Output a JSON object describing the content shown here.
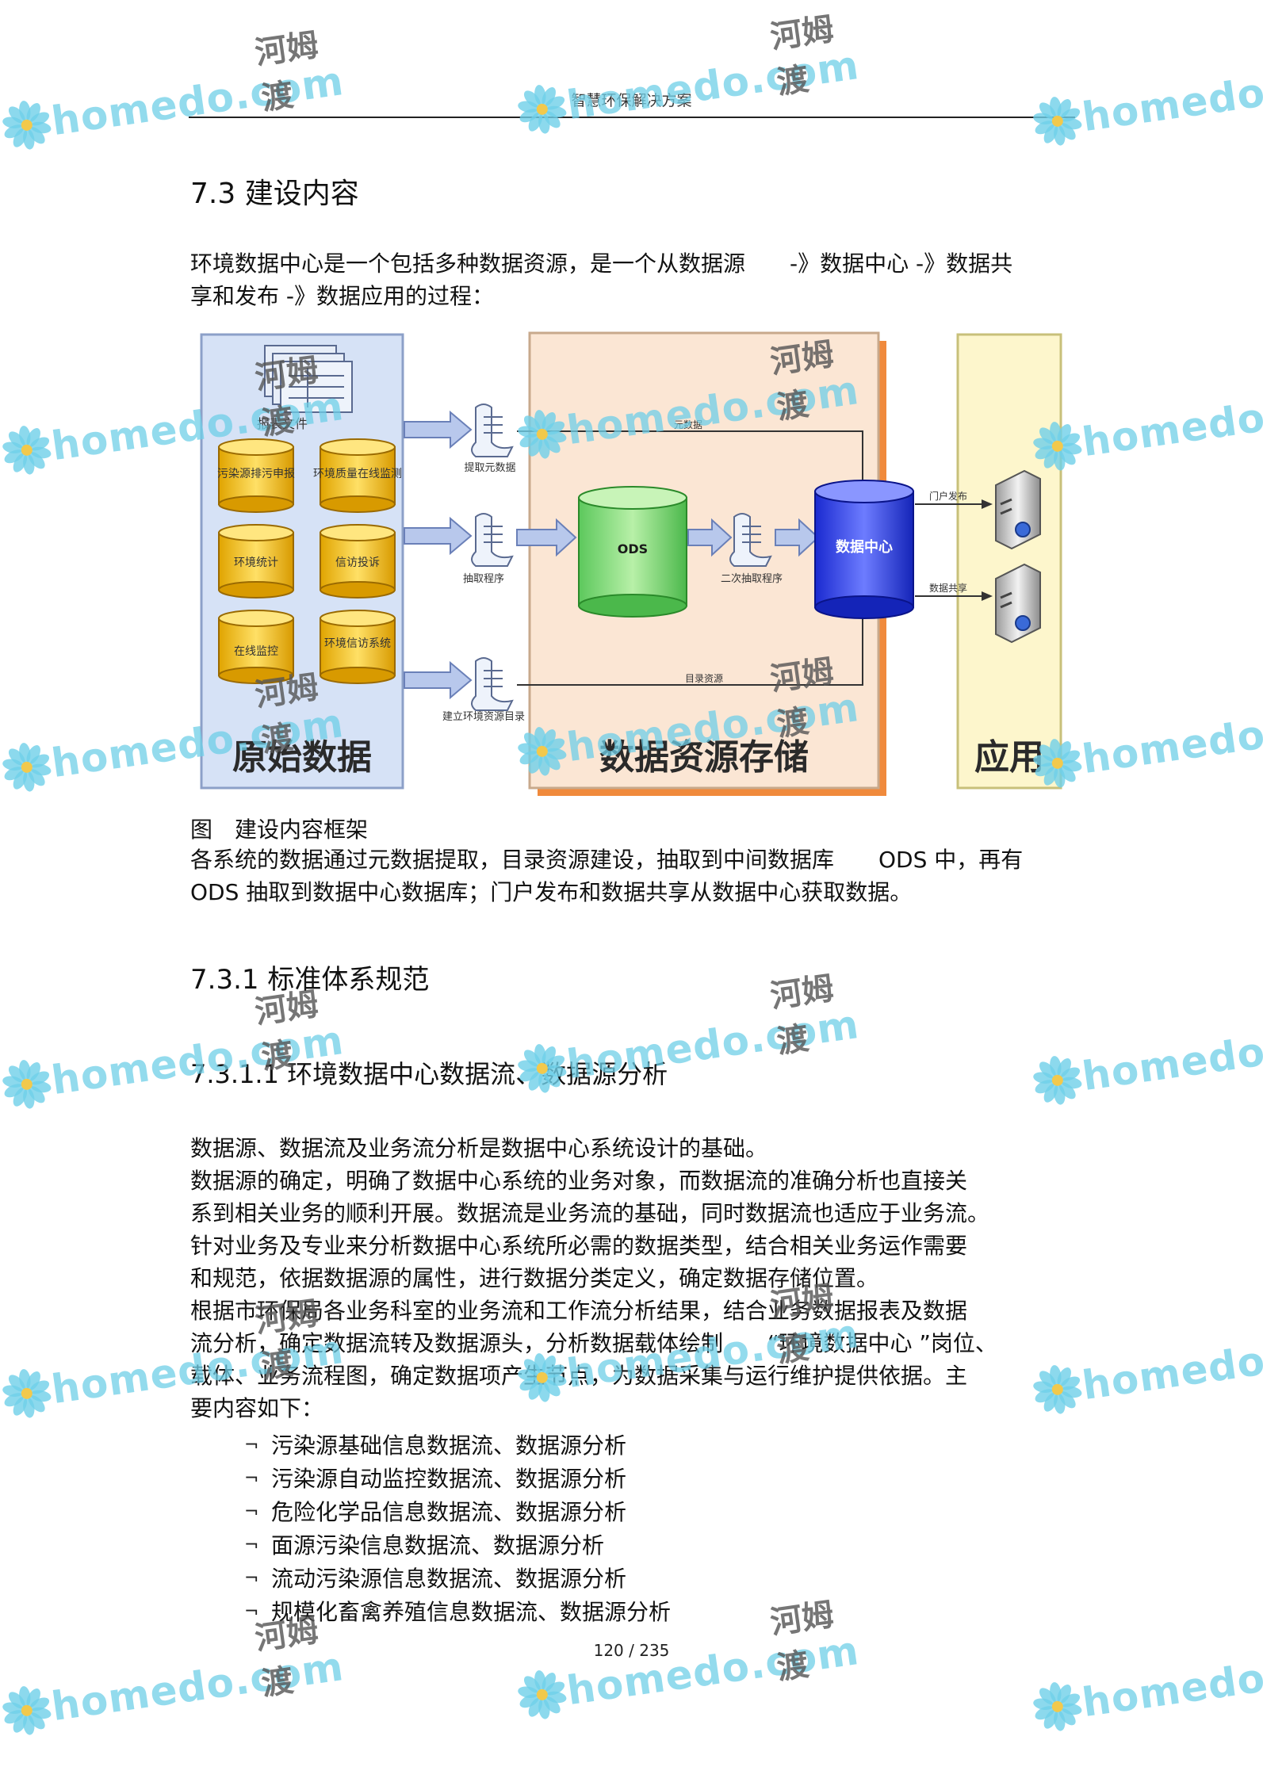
{
  "header": {
    "title": "智慧环保解决方案"
  },
  "section_title": "7.3 建设内容",
  "intro_lines": [
    "环境数据中心是一个包括多种数据资源，是一个从数据源　　-》数据中心 -》数据共",
    "享和发布 -》数据应用的过程："
  ],
  "diagram": {
    "source_panel": {
      "title": "原始数据",
      "report_label": "报表文件",
      "db_items": [
        "污染源排污申报",
        "环境质量在线监测",
        "环境统计",
        "信访投诉",
        "在线监控",
        "环境信访系统"
      ]
    },
    "storage_panel": {
      "title": "数据资源存储"
    },
    "app_panel": {
      "title": "应用"
    },
    "process_labels": {
      "extract_meta": "提取元数据",
      "extract_program": "抽取程序",
      "build_catalog": "建立环境资源目录",
      "second_extract": "二次抽取程序"
    },
    "flow_labels": {
      "metadata": "元数据",
      "catalog": "目录资源",
      "portal": "门户发布",
      "share": "数据共享"
    },
    "ods_label": "ODS",
    "datacenter_label": "数据中心"
  },
  "figure_caption": "图　建设内容框架",
  "desc_lines": [
    "各系统的数据通过元数据提取，目录资源建设，抽取到中间数据库　　ODS 中，再有",
    "ODS 抽取到数据中心数据库；门户发布和数据共享从数据中心获取数据。"
  ],
  "subsection_title": "7.3.1 标准体系规范",
  "subsubsection_title": "7.3.1.1 环境数据中心数据流、数据源分析",
  "body_lines": [
    "数据源、数据流及业务流分析是数据中心系统设计的基础。",
    "数据源的确定，明确了数据中心系统的业务对象，而数据流的准确分析也直接关",
    "系到相关业务的顺利开展。数据流是业务流的基础，同时数据流也适应于业务流。",
    "针对业务及专业来分析数据中心系统所必需的数据类型，结合相关业务运作需要",
    "和规范，依据数据源的属性，进行数据分类定义，确定数据存储位置。",
    "根据市环保局各业务科室的业务流和工作流分析结果，结合业务数据报表及数据",
    "流分析，确定数据流转及数据源头，分析数据载体绘制　　“环境数据中心 ”岗位、",
    "载体、业务流程图，确定数据项产生节点，为数据采集与运行维护提供依据。主",
    "要内容如下："
  ],
  "bullet_mark": "¬",
  "bullets": [
    "污染源基础信息数据流、数据源分析",
    "污染源自动监控数据流、数据源分析",
    "危险化学品信息数据流、数据源分析",
    "面源污染信息数据流、数据源分析",
    "流动污染源信息数据流、数据源分析",
    "规模化畜禽养殖信息数据流、数据源分析"
  ],
  "page_number": "120 / 235",
  "watermark": {
    "brand": "homedo.com",
    "cn": "河姆渡",
    "color": "#6fcfe8"
  }
}
